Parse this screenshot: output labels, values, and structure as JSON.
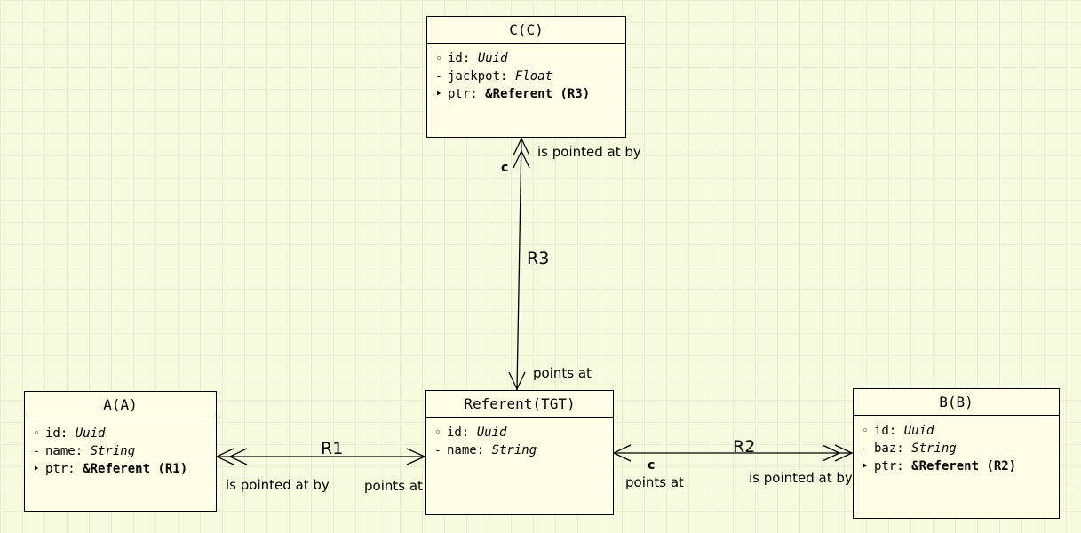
{
  "objects": [
    {
      "key": "C",
      "name": "C",
      "key_letters": "(C)",
      "attributes": [
        {
          "marker": "◦",
          "name": "id",
          "type": "Uuid",
          "style": "italic"
        },
        {
          "marker": "-",
          "name": "jackpot",
          "type": "Float",
          "style": "italic"
        },
        {
          "marker": "‣",
          "name": "ptr",
          "type": "&Referent (R3)",
          "style": "bold"
        }
      ]
    },
    {
      "key": "A",
      "name": "A",
      "key_letters": "(A)",
      "attributes": [
        {
          "marker": "◦",
          "name": "id",
          "type": "Uuid",
          "style": "italic"
        },
        {
          "marker": "-",
          "name": "name",
          "type": "String",
          "style": "italic"
        },
        {
          "marker": "‣",
          "name": "ptr",
          "type": "&Referent (R1)",
          "style": "bold"
        }
      ]
    },
    {
      "key": "Referent",
      "name": "Referent",
      "key_letters": "(TGT)",
      "attributes": [
        {
          "marker": "◦",
          "name": "id",
          "type": "Uuid",
          "style": "italic"
        },
        {
          "marker": "-",
          "name": "name",
          "type": "String",
          "style": "italic"
        }
      ]
    },
    {
      "key": "B",
      "name": "B",
      "key_letters": "(B)",
      "attributes": [
        {
          "marker": "◦",
          "name": "id",
          "type": "Uuid",
          "style": "italic"
        },
        {
          "marker": "-",
          "name": "baz",
          "type": "String",
          "style": "italic"
        },
        {
          "marker": "‣",
          "name": "ptr",
          "type": "&Referent (R2)",
          "style": "bold"
        }
      ]
    }
  ],
  "relationships": [
    {
      "id": "R1",
      "label": "R1",
      "from": "A",
      "to": "Referent",
      "to_phrase": "points at",
      "from_phrase": "is pointed at by",
      "conditional": ""
    },
    {
      "id": "R2",
      "label": "R2",
      "from": "B",
      "to": "Referent",
      "to_phrase": "points at",
      "from_phrase": "is pointed at by",
      "conditional": "c"
    },
    {
      "id": "R3",
      "label": "R3",
      "from": "C",
      "to": "Referent",
      "to_phrase": "points at",
      "from_phrase": "is pointed at by",
      "conditional": "c"
    }
  ]
}
